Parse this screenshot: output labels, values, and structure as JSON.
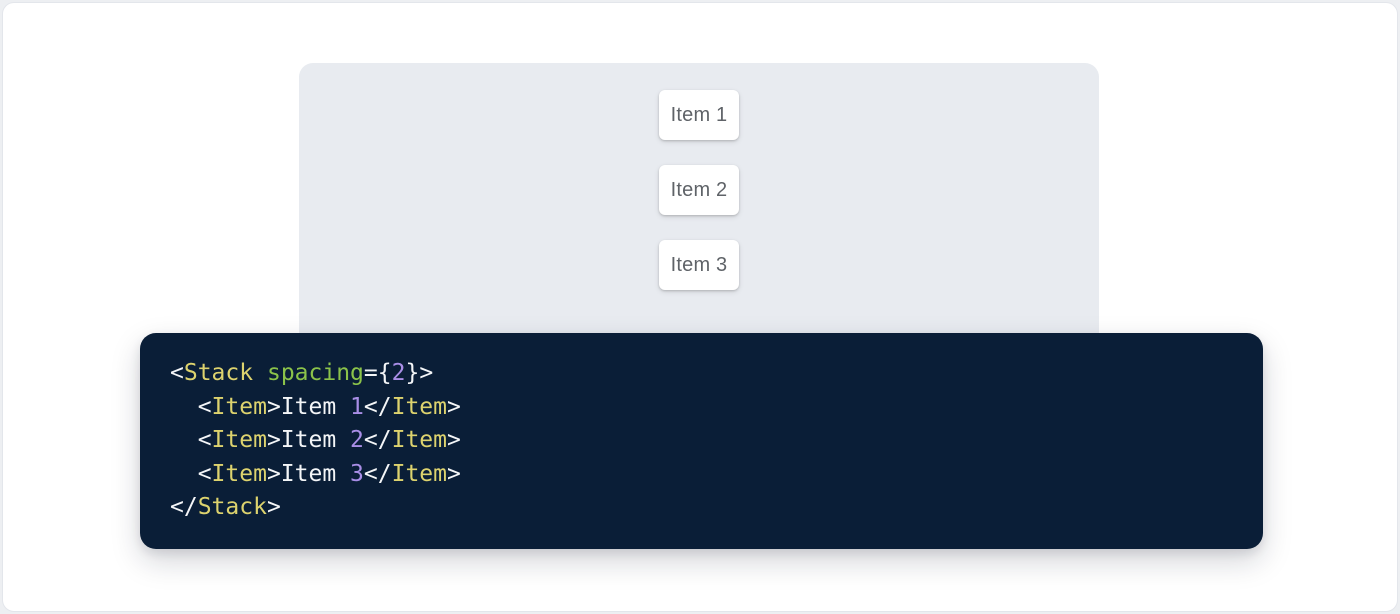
{
  "page": {
    "outer_background": "#EDEFF2",
    "card_background": "#FFFFFF",
    "card_border_color": "#E3E6EB"
  },
  "demo": {
    "panel_background": "#E8EBF0",
    "item_text_color": "#5F6368",
    "item_background": "#FFFFFF",
    "items": [
      "Item 1",
      "Item 2",
      "Item 3"
    ]
  },
  "code": {
    "background": "#0A1E37",
    "colors": {
      "plain": "#F4F6F8",
      "tag": "#DDD36E",
      "attr": "#8BC34A",
      "num": "#A98EE6"
    },
    "text": "<Stack spacing={2}>\n  <Item>Item 1</Item>\n  <Item>Item 2</Item>\n  <Item>Item 3</Item>\n</Stack>",
    "lines": [
      [
        {
          "c": "plain",
          "v": "<"
        },
        {
          "c": "tag",
          "v": "Stack"
        },
        {
          "c": "plain",
          "v": " "
        },
        {
          "c": "attr",
          "v": "spacing"
        },
        {
          "c": "plain",
          "v": "={"
        },
        {
          "c": "num",
          "v": "2"
        },
        {
          "c": "plain",
          "v": "}>"
        }
      ],
      [
        {
          "c": "plain",
          "v": "  <"
        },
        {
          "c": "tag",
          "v": "Item"
        },
        {
          "c": "plain",
          "v": ">Item "
        },
        {
          "c": "num",
          "v": "1"
        },
        {
          "c": "plain",
          "v": "</"
        },
        {
          "c": "tag",
          "v": "Item"
        },
        {
          "c": "plain",
          "v": ">"
        }
      ],
      [
        {
          "c": "plain",
          "v": "  <"
        },
        {
          "c": "tag",
          "v": "Item"
        },
        {
          "c": "plain",
          "v": ">Item "
        },
        {
          "c": "num",
          "v": "2"
        },
        {
          "c": "plain",
          "v": "</"
        },
        {
          "c": "tag",
          "v": "Item"
        },
        {
          "c": "plain",
          "v": ">"
        }
      ],
      [
        {
          "c": "plain",
          "v": "  <"
        },
        {
          "c": "tag",
          "v": "Item"
        },
        {
          "c": "plain",
          "v": ">Item "
        },
        {
          "c": "num",
          "v": "3"
        },
        {
          "c": "plain",
          "v": "</"
        },
        {
          "c": "tag",
          "v": "Item"
        },
        {
          "c": "plain",
          "v": ">"
        }
      ],
      [
        {
          "c": "plain",
          "v": "</"
        },
        {
          "c": "tag",
          "v": "Stack"
        },
        {
          "c": "plain",
          "v": ">"
        }
      ]
    ]
  }
}
